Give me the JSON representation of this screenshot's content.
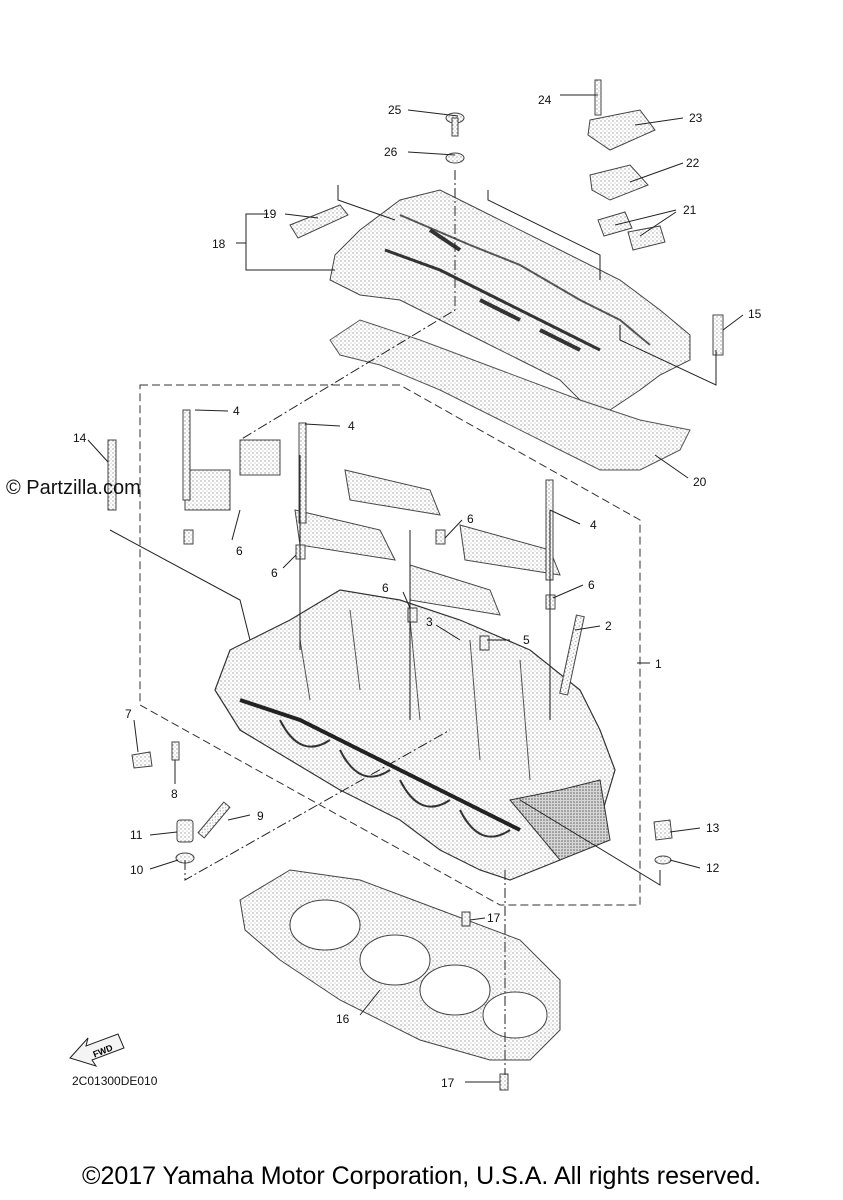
{
  "watermark": "© Partzilla.com",
  "diagram_code": "2C01300DE010",
  "fwd_label": "FWD",
  "copyright": "©2017 Yamaha Motor Corporation, U.S.A. All rights reserved.",
  "callouts": {
    "c1": "1",
    "c2": "2",
    "c3": "3",
    "c4a": "4",
    "c4b": "4",
    "c4c": "4",
    "c5": "5",
    "c6a": "6",
    "c6b": "6",
    "c6c": "6",
    "c6d": "6",
    "c6e": "6",
    "c7": "7",
    "c8": "8",
    "c9": "9",
    "c10": "10",
    "c11": "11",
    "c12": "12",
    "c13": "13",
    "c14": "14",
    "c15": "15",
    "c16": "16",
    "c17a": "17",
    "c17b": "17",
    "c18": "18",
    "c19": "19",
    "c20": "20",
    "c21": "21",
    "c22": "22",
    "c23": "23",
    "c24": "24",
    "c25": "25",
    "c26": "26"
  }
}
